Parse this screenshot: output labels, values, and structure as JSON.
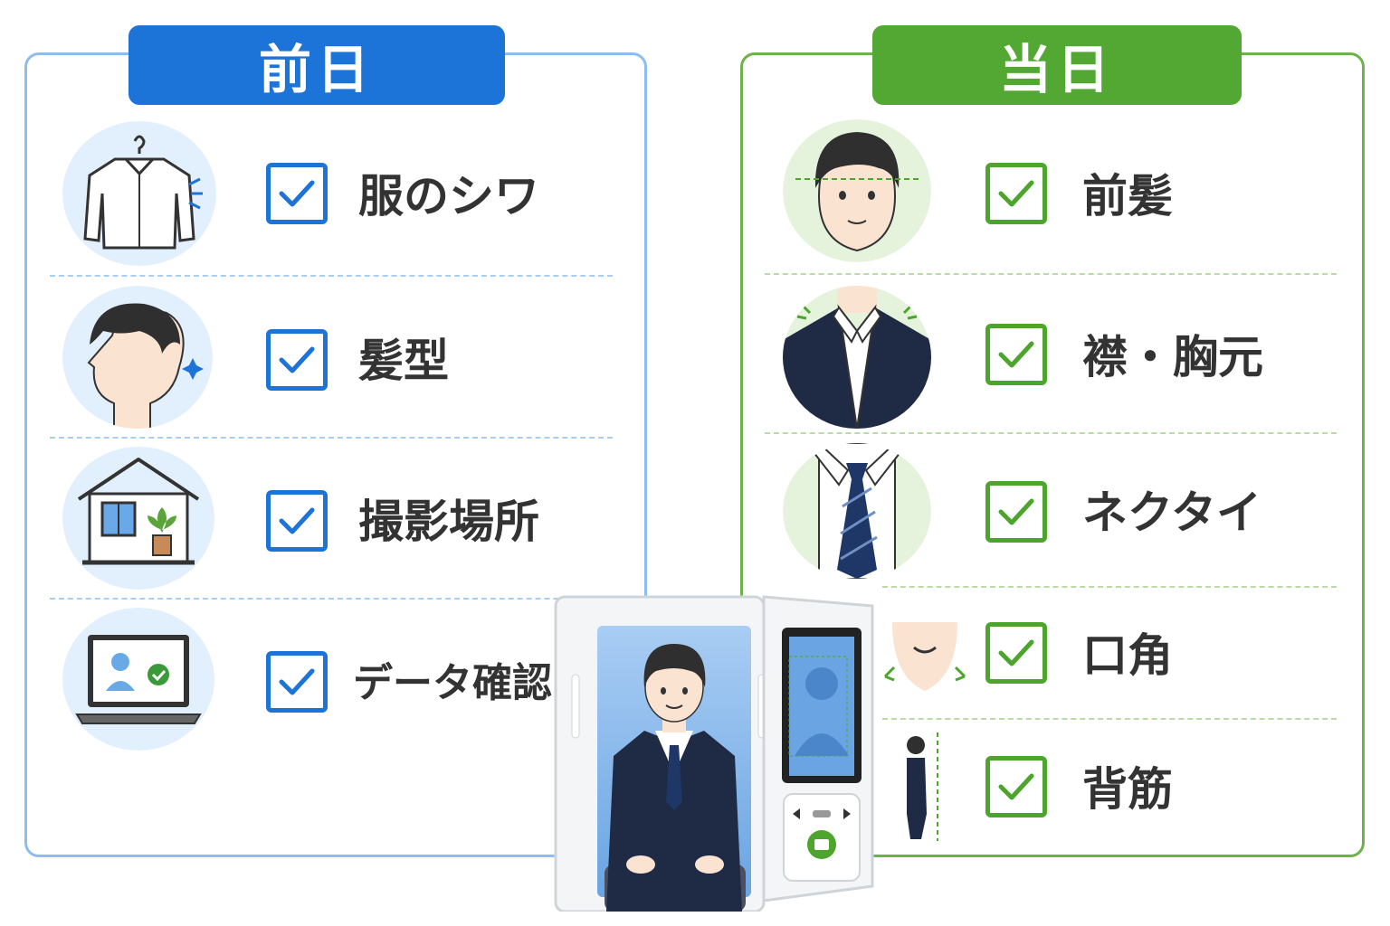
{
  "left_section": {
    "title": "前日",
    "items": [
      {
        "label": "服のシワ",
        "icon": "shirt-hanger-icon"
      },
      {
        "label": "髪型",
        "icon": "hair-profile-icon"
      },
      {
        "label": "撮影場所",
        "icon": "house-plant-icon"
      },
      {
        "label": "データ確認",
        "icon": "laptop-check-icon"
      }
    ]
  },
  "right_section": {
    "title": "当日",
    "items": [
      {
        "label": "前髪",
        "icon": "bangs-face-icon"
      },
      {
        "label": "襟・胸元",
        "icon": "collar-suit-icon"
      },
      {
        "label": "ネクタイ",
        "icon": "necktie-icon"
      },
      {
        "label": "口角",
        "icon": "mouth-corner-icon"
      },
      {
        "label": "背筋",
        "icon": "posture-icon"
      }
    ]
  },
  "colors": {
    "blue_accent": "#1d74d8",
    "green_accent": "#52a832",
    "text": "#333333"
  }
}
